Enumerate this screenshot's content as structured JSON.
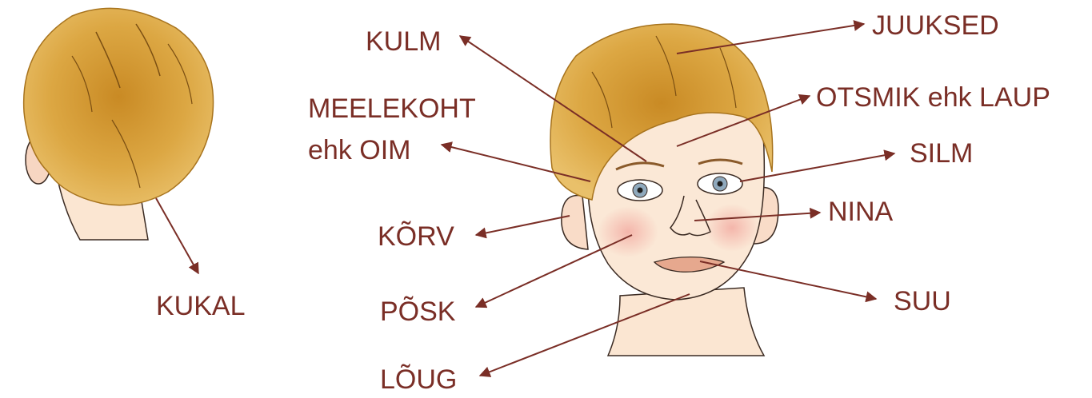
{
  "labels": {
    "kulm": "KULM",
    "juuksed": "JUUKSED",
    "meelekoht_line1": "MEELEKOHT",
    "meelekoht_line2": "ehk OIM",
    "otsmik": "OTSMIK ehk LAUP",
    "silm": "SILM",
    "nina": "NINA",
    "korv": "KÕRV",
    "posk": "PÕSK",
    "suu": "SUU",
    "loug": "LÕUG",
    "kukal": "KUKAL"
  },
  "colors": {
    "label_text": "#7a2e26",
    "arrow": "#7a2e26",
    "hair": "#d9a23a",
    "skin": "#fbe8d6",
    "outline": "#3a2a22"
  }
}
